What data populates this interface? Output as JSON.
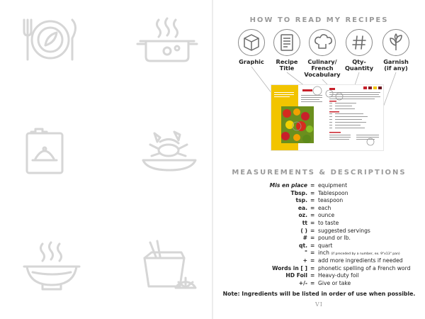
{
  "left_page": {
    "icons": [
      "plate-utensils-icon",
      "steaming-pot-icon",
      "recipe-card-cloche-icon",
      "crab-dish-icon",
      "steaming-bowl-icon",
      "takeout-box-lemon-icon"
    ]
  },
  "right_page": {
    "read_title": "HOW TO READ MY RECIPES",
    "read_items": [
      {
        "lines": [
          "Graphic"
        ],
        "icon": "cube-icon"
      },
      {
        "lines": [
          "Recipe",
          "Title"
        ],
        "icon": "document-icon"
      },
      {
        "lines": [
          "Culinary/",
          "French",
          "Vocabulary"
        ],
        "icon": "chef-hat-icon"
      },
      {
        "lines": [
          "Qty-",
          "Quantity"
        ],
        "icon": "hash-icon"
      },
      {
        "lines": [
          "Garnish",
          "(if any)"
        ],
        "icon": "herb-leaf-icon"
      }
    ],
    "sample_page_label": "sample recipe page",
    "measurements_title": "MEASUREMENTS & DESCRIPTIONS",
    "measurements": [
      {
        "abbr": "Mis en place",
        "eq": "=",
        "desc": "equipment",
        "desc_note": ""
      },
      {
        "abbr": "Tbsp.",
        "eq": "=",
        "desc": "Tablespoon",
        "desc_note": ""
      },
      {
        "abbr": "tsp.",
        "eq": "=",
        "desc": "teaspoon",
        "desc_note": ""
      },
      {
        "abbr": "ea.",
        "eq": "=",
        "desc": "each",
        "desc_note": ""
      },
      {
        "abbr": "oz.",
        "eq": "=",
        "desc": "ounce",
        "desc_note": ""
      },
      {
        "abbr": "tt",
        "eq": "=",
        "desc": "to taste",
        "desc_note": ""
      },
      {
        "abbr": "( )",
        "eq": "=",
        "desc": "suggested servings",
        "desc_note": ""
      },
      {
        "abbr": "#",
        "eq": "=",
        "desc": "pound or lb.",
        "desc_note": ""
      },
      {
        "abbr": "qt.",
        "eq": "=",
        "desc": "quart",
        "desc_note": ""
      },
      {
        "abbr": "\"",
        "eq": "=",
        "desc": "inch ",
        "desc_note": "(if preceded by a number, ex. 9\"x13\" pan)"
      },
      {
        "abbr": "+",
        "eq": "=",
        "desc": "add more ingredients if needed",
        "desc_note": ""
      },
      {
        "abbr": "Words in [ ]",
        "eq": "=",
        "desc": "phonetic spelling of a French word",
        "desc_note": ""
      },
      {
        "abbr": "HD Foil",
        "eq": "=",
        "desc": "Heavy-duty foil",
        "desc_note": ""
      },
      {
        "abbr": "+/-",
        "eq": "=",
        "desc": "Give or take",
        "desc_note": ""
      }
    ],
    "note": "Note: Ingredients will be listed in order of use when possible.",
    "page_number": "VI"
  },
  "colors": {
    "icon_gray": "#d6d6d6",
    "heading_gray": "#9a9a9a",
    "accent_yellow": "#f2c400",
    "accent_red": "#c8202a"
  }
}
